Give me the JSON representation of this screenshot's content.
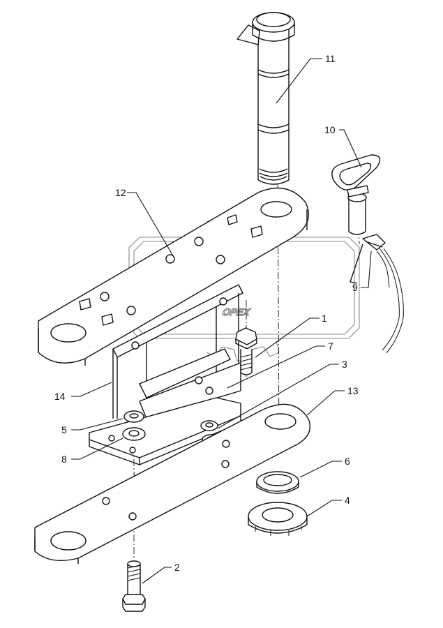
{
  "watermark": {
    "text": "OPEX"
  },
  "callouts": [
    {
      "id": "11",
      "label": "11"
    },
    {
      "id": "10",
      "label": "10"
    },
    {
      "id": "12",
      "label": "12"
    },
    {
      "id": "9",
      "label": "9"
    },
    {
      "id": "1",
      "label": "1"
    },
    {
      "id": "7",
      "label": "7"
    },
    {
      "id": "3",
      "label": "3"
    },
    {
      "id": "14",
      "label": "14"
    },
    {
      "id": "13",
      "label": "13"
    },
    {
      "id": "5",
      "label": "5"
    },
    {
      "id": "8",
      "label": "8"
    },
    {
      "id": "6",
      "label": "6"
    },
    {
      "id": "4",
      "label": "4"
    },
    {
      "id": "2",
      "label": "2"
    }
  ]
}
